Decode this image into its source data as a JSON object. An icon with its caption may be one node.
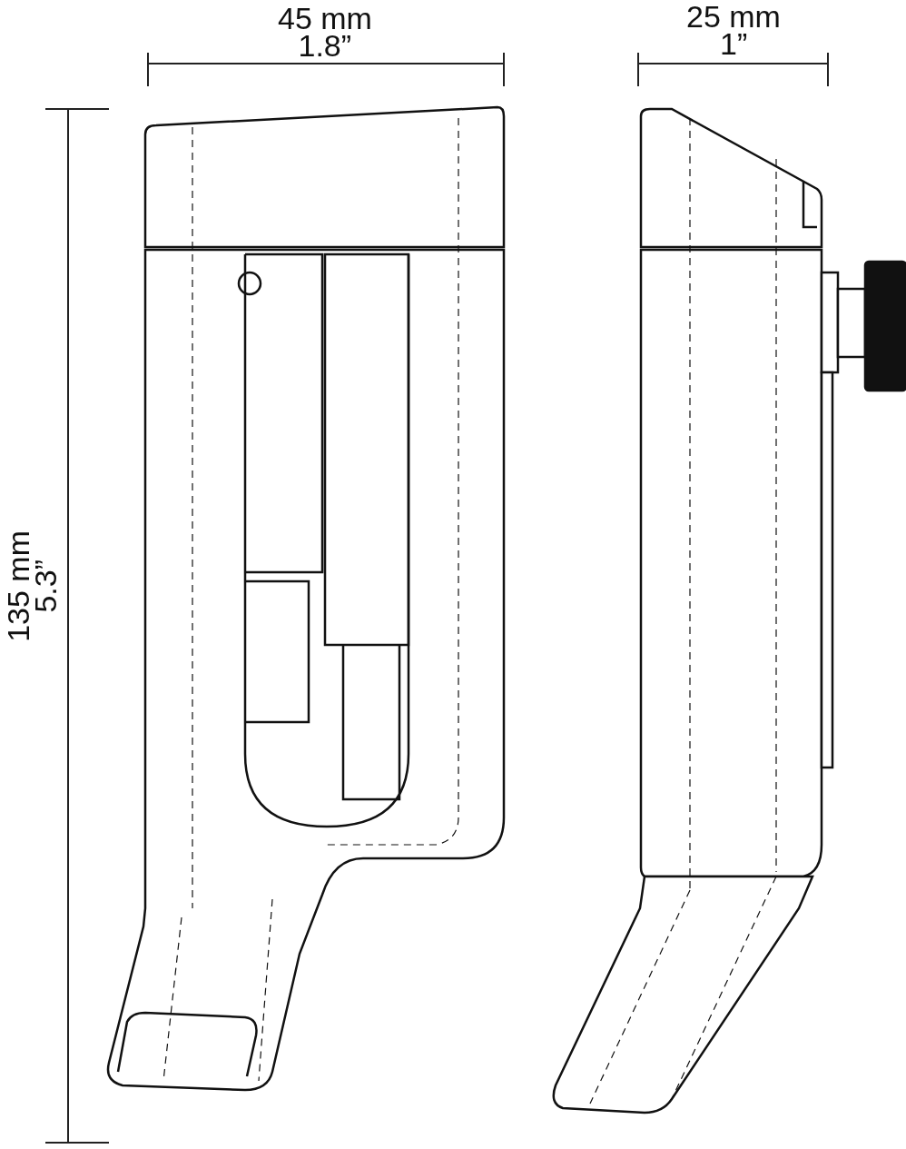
{
  "diagram": {
    "labels": [
      "45 mm",
      "1.8”",
      "25 mm",
      "1”",
      "135 mm",
      "5.3”"
    ]
  }
}
